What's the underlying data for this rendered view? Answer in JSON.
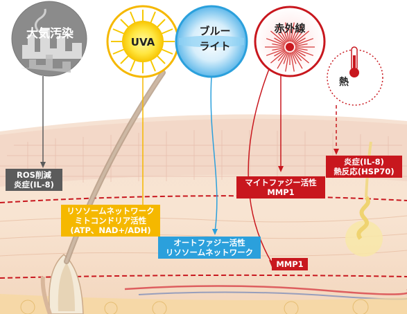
{
  "sources": {
    "pollution": "大気汚染",
    "uva": "UVA",
    "blue_light": [
      "ブルー",
      "ライト"
    ],
    "infrared": "赤外線",
    "heat": "熱"
  },
  "effects": {
    "pollution": [
      "ROS削減",
      "炎症(IL-8)"
    ],
    "uva": [
      "リソソームネットワーク",
      "ミトコンドリア活性",
      "(ATP、NAD+/ADH)"
    ],
    "blue_light": [
      "オートファジー活性",
      "リソソームネットワーク"
    ],
    "infrared_upper": [
      "マイトファジー活性",
      "MMP1"
    ],
    "infrared_lower": [
      "MMP1"
    ],
    "heat": [
      "炎症(IL-8)",
      "熱反応(HSP70)"
    ]
  },
  "colors": {
    "pollution": "#5b5b5b",
    "uva": "#f5b800",
    "blue_light": "#2ba0dc",
    "infrared": "#c8171e",
    "heat": "#c8171e",
    "skin_line": "#c8171e"
  }
}
